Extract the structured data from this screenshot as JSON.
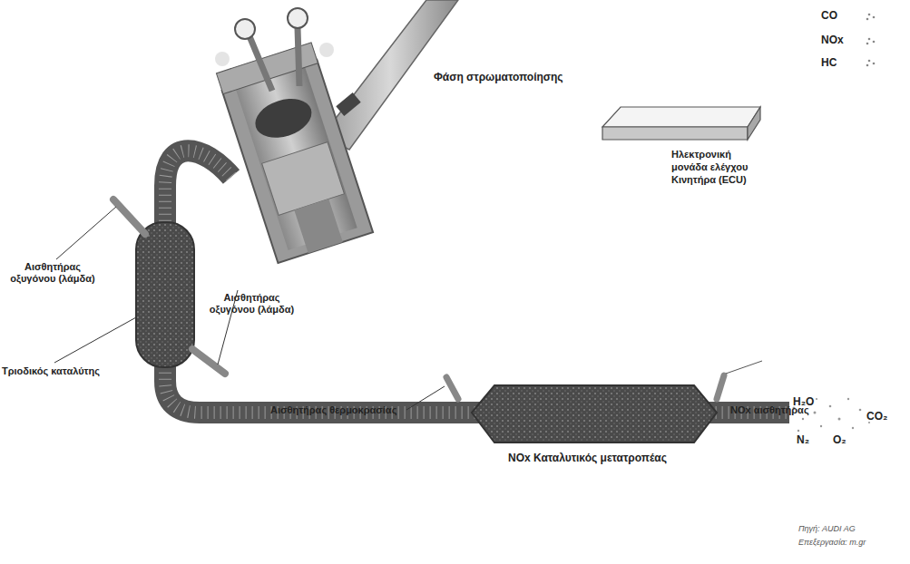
{
  "diagram": {
    "nodes": [
      {
        "text": [
          "Ηλεκτρονική μονάδα ελέγχου Κινητήρα (ECU)"
        ]
      }
    ],
    "labels": [
      "CO",
      "NOx",
      "HC",
      "Φάση στρωματοποίησης",
      "Αισθητήρας οξυγόνου (λάμδα)",
      "Αισθητήρας οξυγόνου (λάμδα)",
      "Τριοδικός καταλύτης",
      "Αισθητήρας θερμοκρασίας",
      "NOx αισθητήρας",
      "H₂O",
      "CO₂",
      "N₂",
      "O₂",
      "NOx Καταλυτικός μετατροπέας",
      "Πηγή: AUDI AG",
      "Επεξεργασία: m.gr"
    ]
  }
}
